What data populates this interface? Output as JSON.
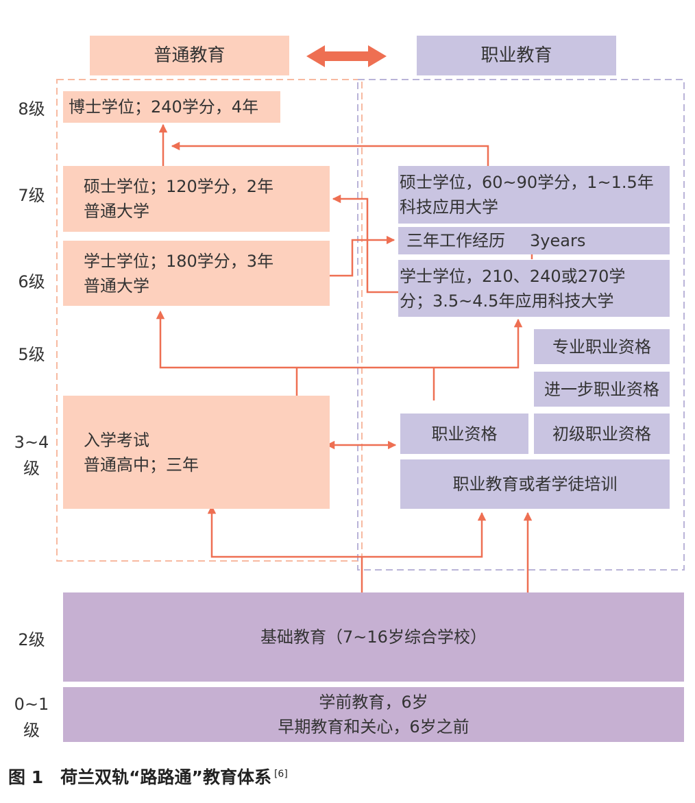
{
  "colors": {
    "general": "#fdd0bd",
    "vocational": "#c9c4e1",
    "foundation": "#c6b0d2",
    "arrow": "#ee6f52",
    "general_border": "#f7b9a0",
    "vocational_border": "#b9b3d8"
  },
  "headers": {
    "general": "普通教育",
    "vocational": "职业教育"
  },
  "levels": {
    "l8": "8级",
    "l7": "7级",
    "l6": "6级",
    "l5": "5级",
    "l34a": "3~4",
    "l34b": "级",
    "l2": "2级",
    "l01a": "0~1",
    "l01b": "级"
  },
  "general": {
    "doctor": "博士学位；240学分，4年",
    "master_1": "硕士学位；120学分，2年",
    "master_2": "普通大学",
    "bachelor_1": "学士学位；180学分，3年",
    "bachelor_2": "普通大学",
    "highschool_1": "入学考试",
    "highschool_2": "普通高中；三年"
  },
  "vocational": {
    "master_1": "硕士学位，60~90学分，1~1.5年",
    "master_2": "科技应用大学",
    "work_exp": "三年工作经历",
    "work_exp_en": "3years",
    "bachelor_1": "学士学位，210、240或270学",
    "bachelor_2": "分；3.5~4.5年应用科技大学",
    "pro_qual": "专业职业资格",
    "adv_qual": "进一步职业资格",
    "voc_qual": "职业资格",
    "basic_qual": "初级职业资格",
    "training": "职业教育或者学徒培训"
  },
  "foundation": {
    "basic": "基础教育（7~16岁综合学校）",
    "preschool_1": "学前教育，6岁",
    "preschool_2": "早期教育和关心，6岁之前"
  },
  "caption": {
    "text": "图 1　荷兰双轨“路路通”教育体系",
    "ref": "[6]"
  }
}
